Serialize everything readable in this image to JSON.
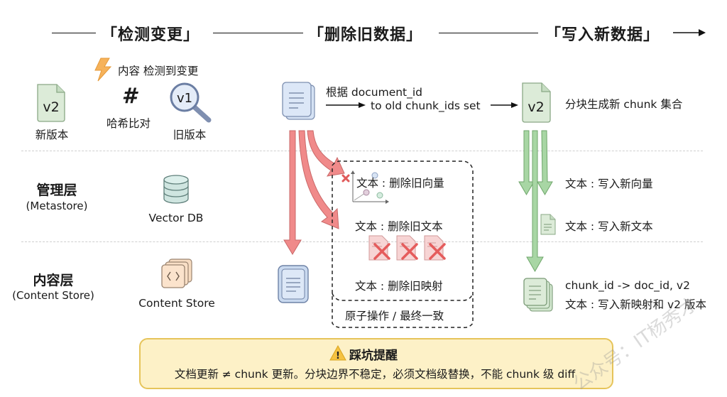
{
  "header": {
    "phases": [
      {
        "label": "「检测变更」"
      },
      {
        "label": "「删除旧数据」"
      },
      {
        "label": "「写入新数据」"
      }
    ]
  },
  "detect": {
    "alert_text": "内容 检测到变更",
    "new_version": {
      "badge": "v2",
      "label": "新版本"
    },
    "hash": {
      "symbol": "#",
      "label": "哈希比对"
    },
    "old_version": {
      "badge": "v1",
      "label": "旧版本"
    }
  },
  "lookup": {
    "line1": "根据 document_id",
    "line2": "to old chunk_ids set"
  },
  "new_doc": {
    "badge": "v2",
    "caption": "分块生成新 chunk 集合"
  },
  "layers": [
    {
      "title": "管理层",
      "subtitle": "(Metastore)",
      "store_label": "Vector DB"
    },
    {
      "title": "内容层",
      "subtitle": "(Content Store)",
      "store_label": "Content Store"
    }
  ],
  "delete_box": {
    "items": [
      "文本 : 删除旧向量",
      "文本 : 删除旧文本",
      "文本 : 删除旧映射"
    ],
    "footer": "原子操作 / 最终一致"
  },
  "write": {
    "items": [
      "文本 : 写入新向量",
      "文本 : 写入新文本"
    ],
    "mapping_line1": "chunk_id -> doc_id, v2",
    "mapping_line2": "文本 : 写入新映射和 v2 版本"
  },
  "warning": {
    "icon": "!",
    "title": "踩坑提醒",
    "body": "文档更新 ≠ chunk 更新。分块边界不稳定，必须文档级替换，不能 chunk 级 diff"
  },
  "watermark": "公众号：IT杨秀才",
  "colors": {
    "delete_red": "#ef8080",
    "write_green": "#9fd19c",
    "doc_blue": "#dbe7f7",
    "warning_yellow": "#fdf1c7"
  }
}
